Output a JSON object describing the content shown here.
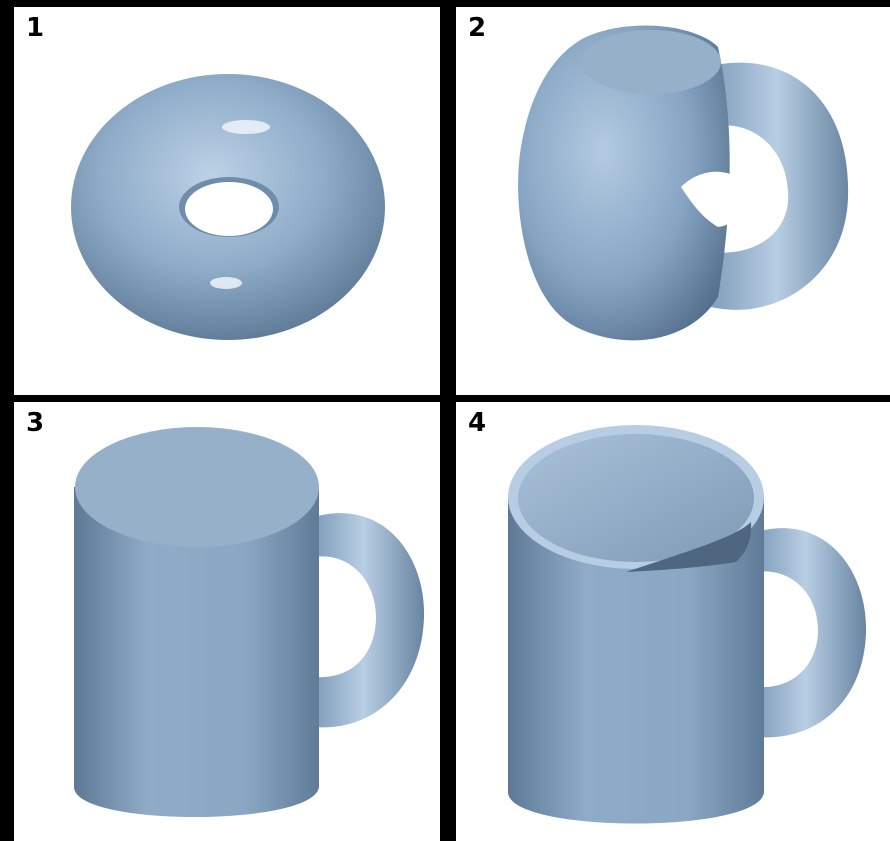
{
  "panels": [
    {
      "number": "1",
      "object": "torus"
    },
    {
      "number": "2",
      "object": "morphing-torus-to-mug"
    },
    {
      "number": "3",
      "object": "solid-mug"
    },
    {
      "number": "4",
      "object": "hollow-mug"
    }
  ],
  "colors": {
    "border": "#000000",
    "background": "#ffffff",
    "surface_light": "#b8cfe4",
    "surface_mid": "#8aa8c6",
    "surface_dark": "#536f8c",
    "surface_top": "#97b0ca"
  }
}
